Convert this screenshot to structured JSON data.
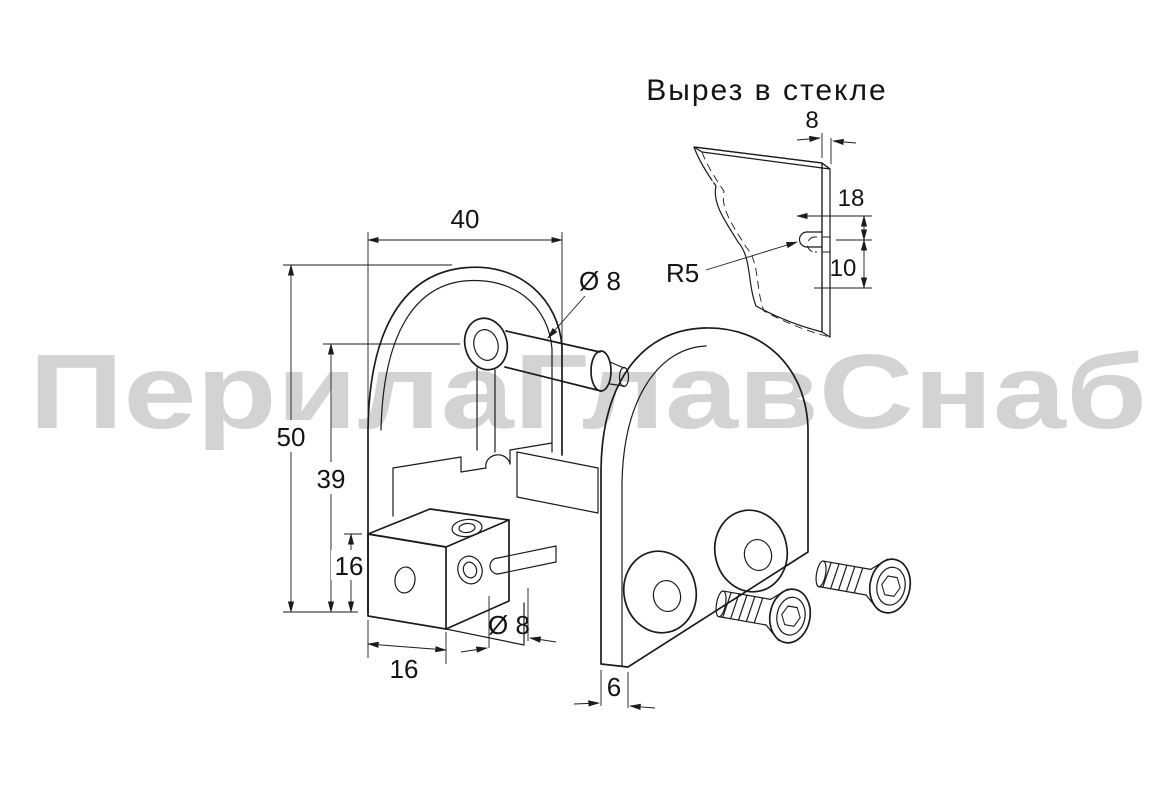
{
  "watermark": "ПерилаГлавСнаб",
  "detail": {
    "title": "Вырез в стекле",
    "dim_thickness": "8",
    "dim_depth": "18",
    "dim_height": "10",
    "dim_radius": "R5"
  },
  "main": {
    "dim_width": "40",
    "dim_pin_dia": "Ø 8",
    "dim_height": "50",
    "dim_inner_height": "39",
    "dim_base_height": "16",
    "dim_base_width": "16",
    "dim_hole_dia": "Ø 8",
    "dim_plate_thickness": "6"
  }
}
